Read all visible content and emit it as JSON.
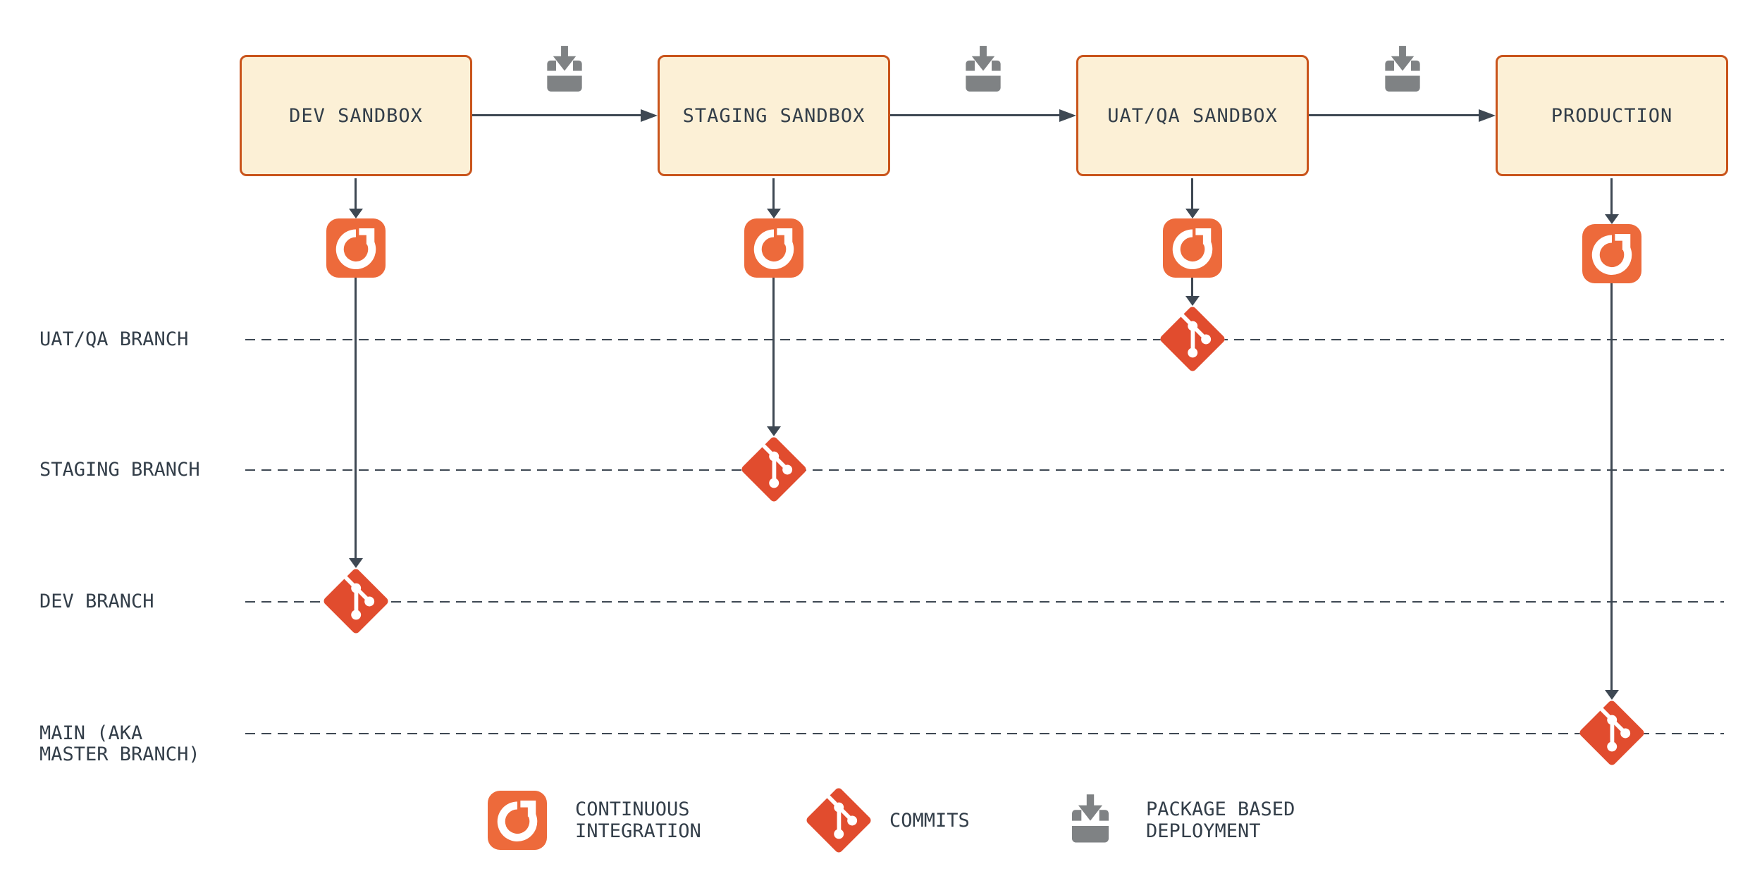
{
  "diagram": {
    "sandboxes": [
      {
        "label": "DEV SANDBOX"
      },
      {
        "label": "STAGING SANDBOX"
      },
      {
        "label": "UAT/QA SANDBOX"
      },
      {
        "label": "PRODUCTION"
      }
    ],
    "branches": [
      {
        "label": "UAT/QA BRANCH"
      },
      {
        "label": "STAGING BRANCH"
      },
      {
        "label": "DEV BRANCH"
      },
      {
        "label": "MAIN (AKA MASTER BRANCH)"
      }
    ],
    "legend": [
      {
        "icon": "continuous-integration-icon",
        "label": "CONTINUOUS INTEGRATION"
      },
      {
        "icon": "git-commit-icon",
        "label": "COMMITS"
      },
      {
        "icon": "package-deployment-icon",
        "label": "PACKAGE BASED DEPLOYMENT"
      }
    ],
    "colors": {
      "background": "#FFFFFF",
      "box_fill": "#FCF0D6",
      "box_border": "#C9541B",
      "ci_orange": "#ED6A3B",
      "git_red": "#E14C2E",
      "icon_gray": "#7F8284",
      "line": "#3E4853",
      "text": "#333E49"
    }
  }
}
